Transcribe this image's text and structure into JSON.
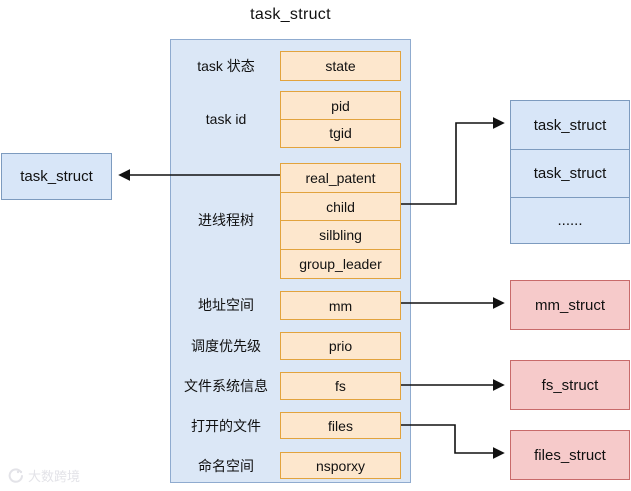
{
  "title": "task_struct",
  "main": {
    "rows": [
      {
        "label": "task 状态",
        "fields": [
          "state"
        ]
      },
      {
        "label": "task id",
        "fields": [
          "pid",
          "tgid"
        ]
      },
      {
        "label": "进线程树",
        "fields": [
          "real_patent",
          "child",
          "silbling",
          "group_leader"
        ]
      },
      {
        "label": "地址空间",
        "fields": [
          "mm"
        ]
      },
      {
        "label": "调度优先级",
        "fields": [
          "prio"
        ]
      },
      {
        "label": "文件系统信息",
        "fields": [
          "fs"
        ]
      },
      {
        "label": "打开的文件",
        "fields": [
          "files"
        ]
      },
      {
        "label": "命名空间",
        "fields": [
          "nsporxy"
        ]
      }
    ]
  },
  "left_node": {
    "label": "task_struct"
  },
  "right_stack": {
    "rows": [
      "task_struct",
      "task_struct",
      "......"
    ]
  },
  "linked_structs": [
    {
      "label": "mm_struct"
    },
    {
      "label": "fs_struct"
    },
    {
      "label": "files_struct"
    }
  ],
  "watermark": {
    "text": "大数跨境"
  },
  "colors": {
    "container_fill": "#dbe7f6",
    "container_border": "#8fabcf",
    "field_fill": "#fde7cd",
    "field_border": "#e2a33d",
    "node_fill": "#d8e6f8",
    "node_border": "#7d9bbf",
    "struct_fill": "#f6caca",
    "struct_border": "#c86a6a",
    "arrow": "#111111"
  }
}
